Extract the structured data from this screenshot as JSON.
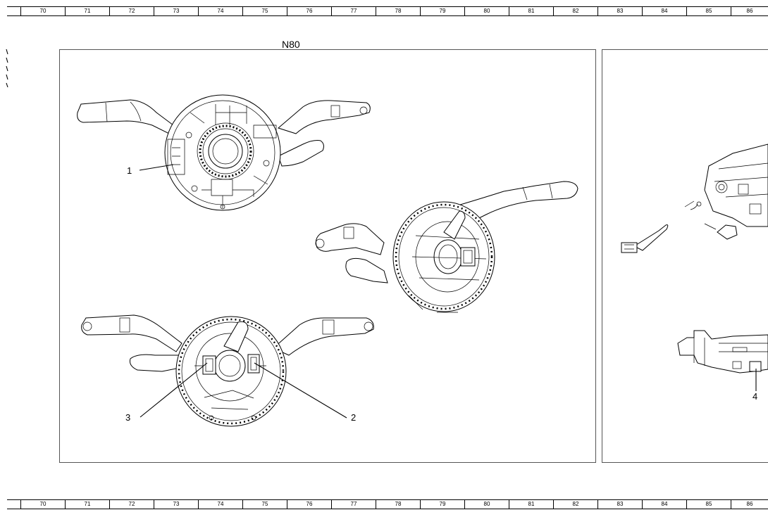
{
  "ruler": {
    "numbers": [
      "70",
      "71",
      "72",
      "73",
      "74",
      "75",
      "76",
      "77",
      "78",
      "79",
      "80",
      "81",
      "82",
      "83",
      "84",
      "85",
      "86"
    ]
  },
  "panel_title": "N80",
  "callouts": {
    "c1": "1",
    "c2": "2",
    "c3": "3",
    "c4": "4"
  },
  "edge_marks": "",
  "colors": {
    "line": "#000000",
    "frame": "#555555",
    "background": "#ffffff"
  }
}
